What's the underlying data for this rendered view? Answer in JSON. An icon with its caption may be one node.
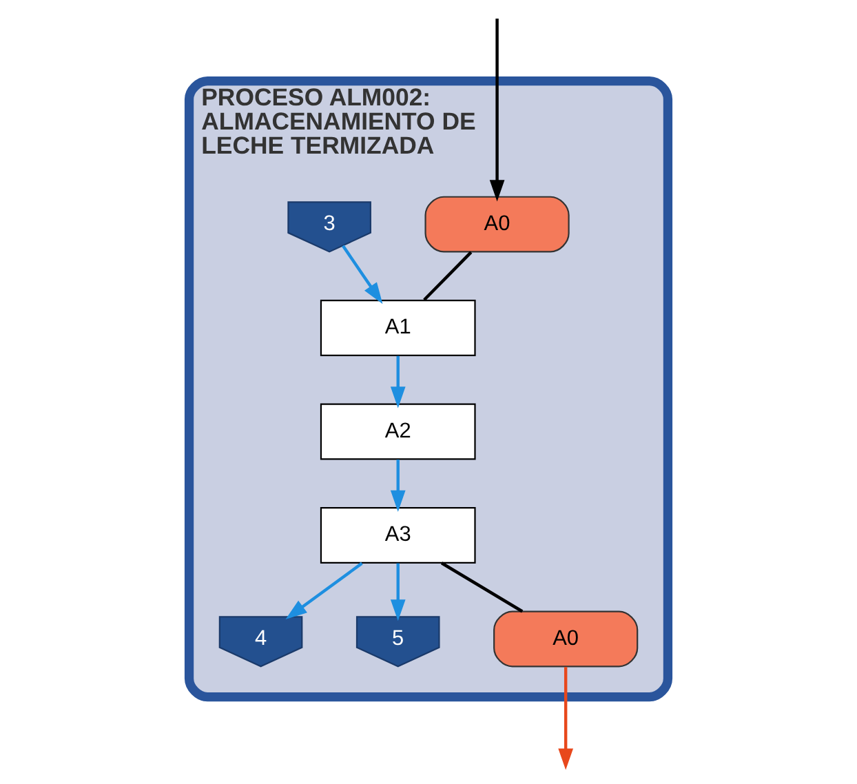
{
  "diagram": {
    "nodes": [
      {
        "text": [
          "PROCESO ALM002: ALMACENAMIENTO DE LECHE TERMIZADA"
        ]
      },
      {
        "text": [
          "A0"
        ],
        "in": 0
      },
      {
        "text": [
          "3"
        ],
        "in": 0
      },
      {
        "text": [
          "A1"
        ],
        "in": 0
      },
      {
        "text": [
          "A2"
        ],
        "in": 0
      },
      {
        "text": [
          "A3"
        ],
        "in": 0
      },
      {
        "text": [
          "4"
        ],
        "in": 0
      },
      {
        "text": [
          "5"
        ],
        "in": 0
      },
      {
        "text": [
          "A0"
        ],
        "in": 0
      }
    ],
    "edges": [
      {
        "from": null,
        "to": 1,
        "arrow": "to",
        "color": "#000000"
      },
      {
        "from": 1,
        "to": 3,
        "arrow": "none",
        "color": "#000000"
      },
      {
        "from": 2,
        "to": 3,
        "arrow": "to"
      },
      {
        "from": 3,
        "to": 4,
        "arrow": "to"
      },
      {
        "from": 4,
        "to": 5,
        "arrow": "to"
      },
      {
        "from": 5,
        "to": 6,
        "arrow": "to"
      },
      {
        "from": 5,
        "to": 7,
        "arrow": "to"
      },
      {
        "from": 5,
        "to": 8,
        "arrow": "none",
        "color": "#000000"
      },
      {
        "from": 8,
        "to": null,
        "arrow": "to",
        "color": "#e8481c"
      }
    ]
  }
}
